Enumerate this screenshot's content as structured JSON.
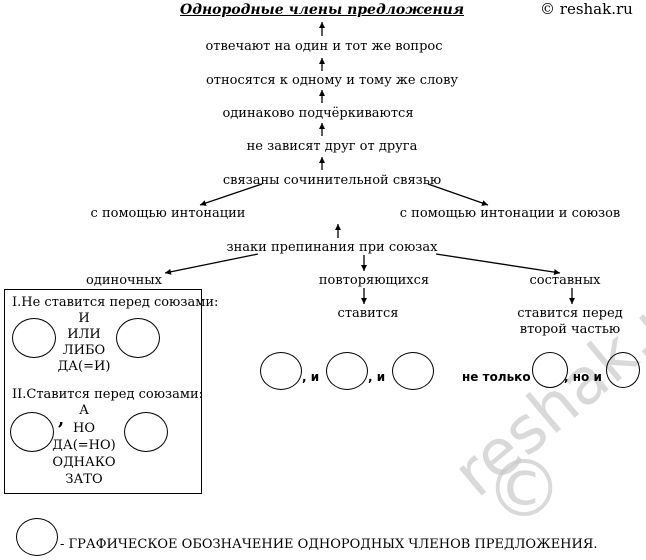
{
  "copyright": "© reshak.ru",
  "watermark": {
    "text": "reshak.ru",
    "symbol": "©"
  },
  "title": "Однородные члены предложения",
  "chain": [
    "отвечают на один и тот же вопрос",
    "относятся к одному и тому же слову",
    "одинаково подчёркиваются",
    "не зависят друг от друга",
    "связаны сочинительной связью"
  ],
  "branches": {
    "left": "с помощью интонации",
    "right": "с помощью интонации и союзов"
  },
  "punctuation": "знаки препинания при союзах",
  "unions": {
    "single": "одиночных",
    "repeating": "повторяющихся",
    "compound": "составных"
  },
  "box": {
    "section1_title": "I.Не ставится перед союзами:",
    "section1_items": [
      "И",
      "ИЛИ",
      "ЛИБО",
      "ДА(=И)"
    ],
    "section2_title": "II.Ставится перед союзами:",
    "section2_comma": ",",
    "section2_items": [
      "А",
      "НО",
      "ДА(=НО)",
      "ОДНАКО",
      "ЗАТО"
    ]
  },
  "repeating_rule": "ставится",
  "repeating_pattern": {
    "sep1": ", и",
    "sep2": ", и"
  },
  "compound_rule": [
    "ставится перед",
    "второй частью"
  ],
  "compound_pattern": {
    "part1": "не только",
    "part2": ", но и"
  },
  "legend": "- ГРАФИЧЕСКОЕ ОБОЗНАЧЕНИЕ ОДНОРОДНЫХ ЧЛЕНОВ ПРЕДЛОЖЕНИЯ."
}
